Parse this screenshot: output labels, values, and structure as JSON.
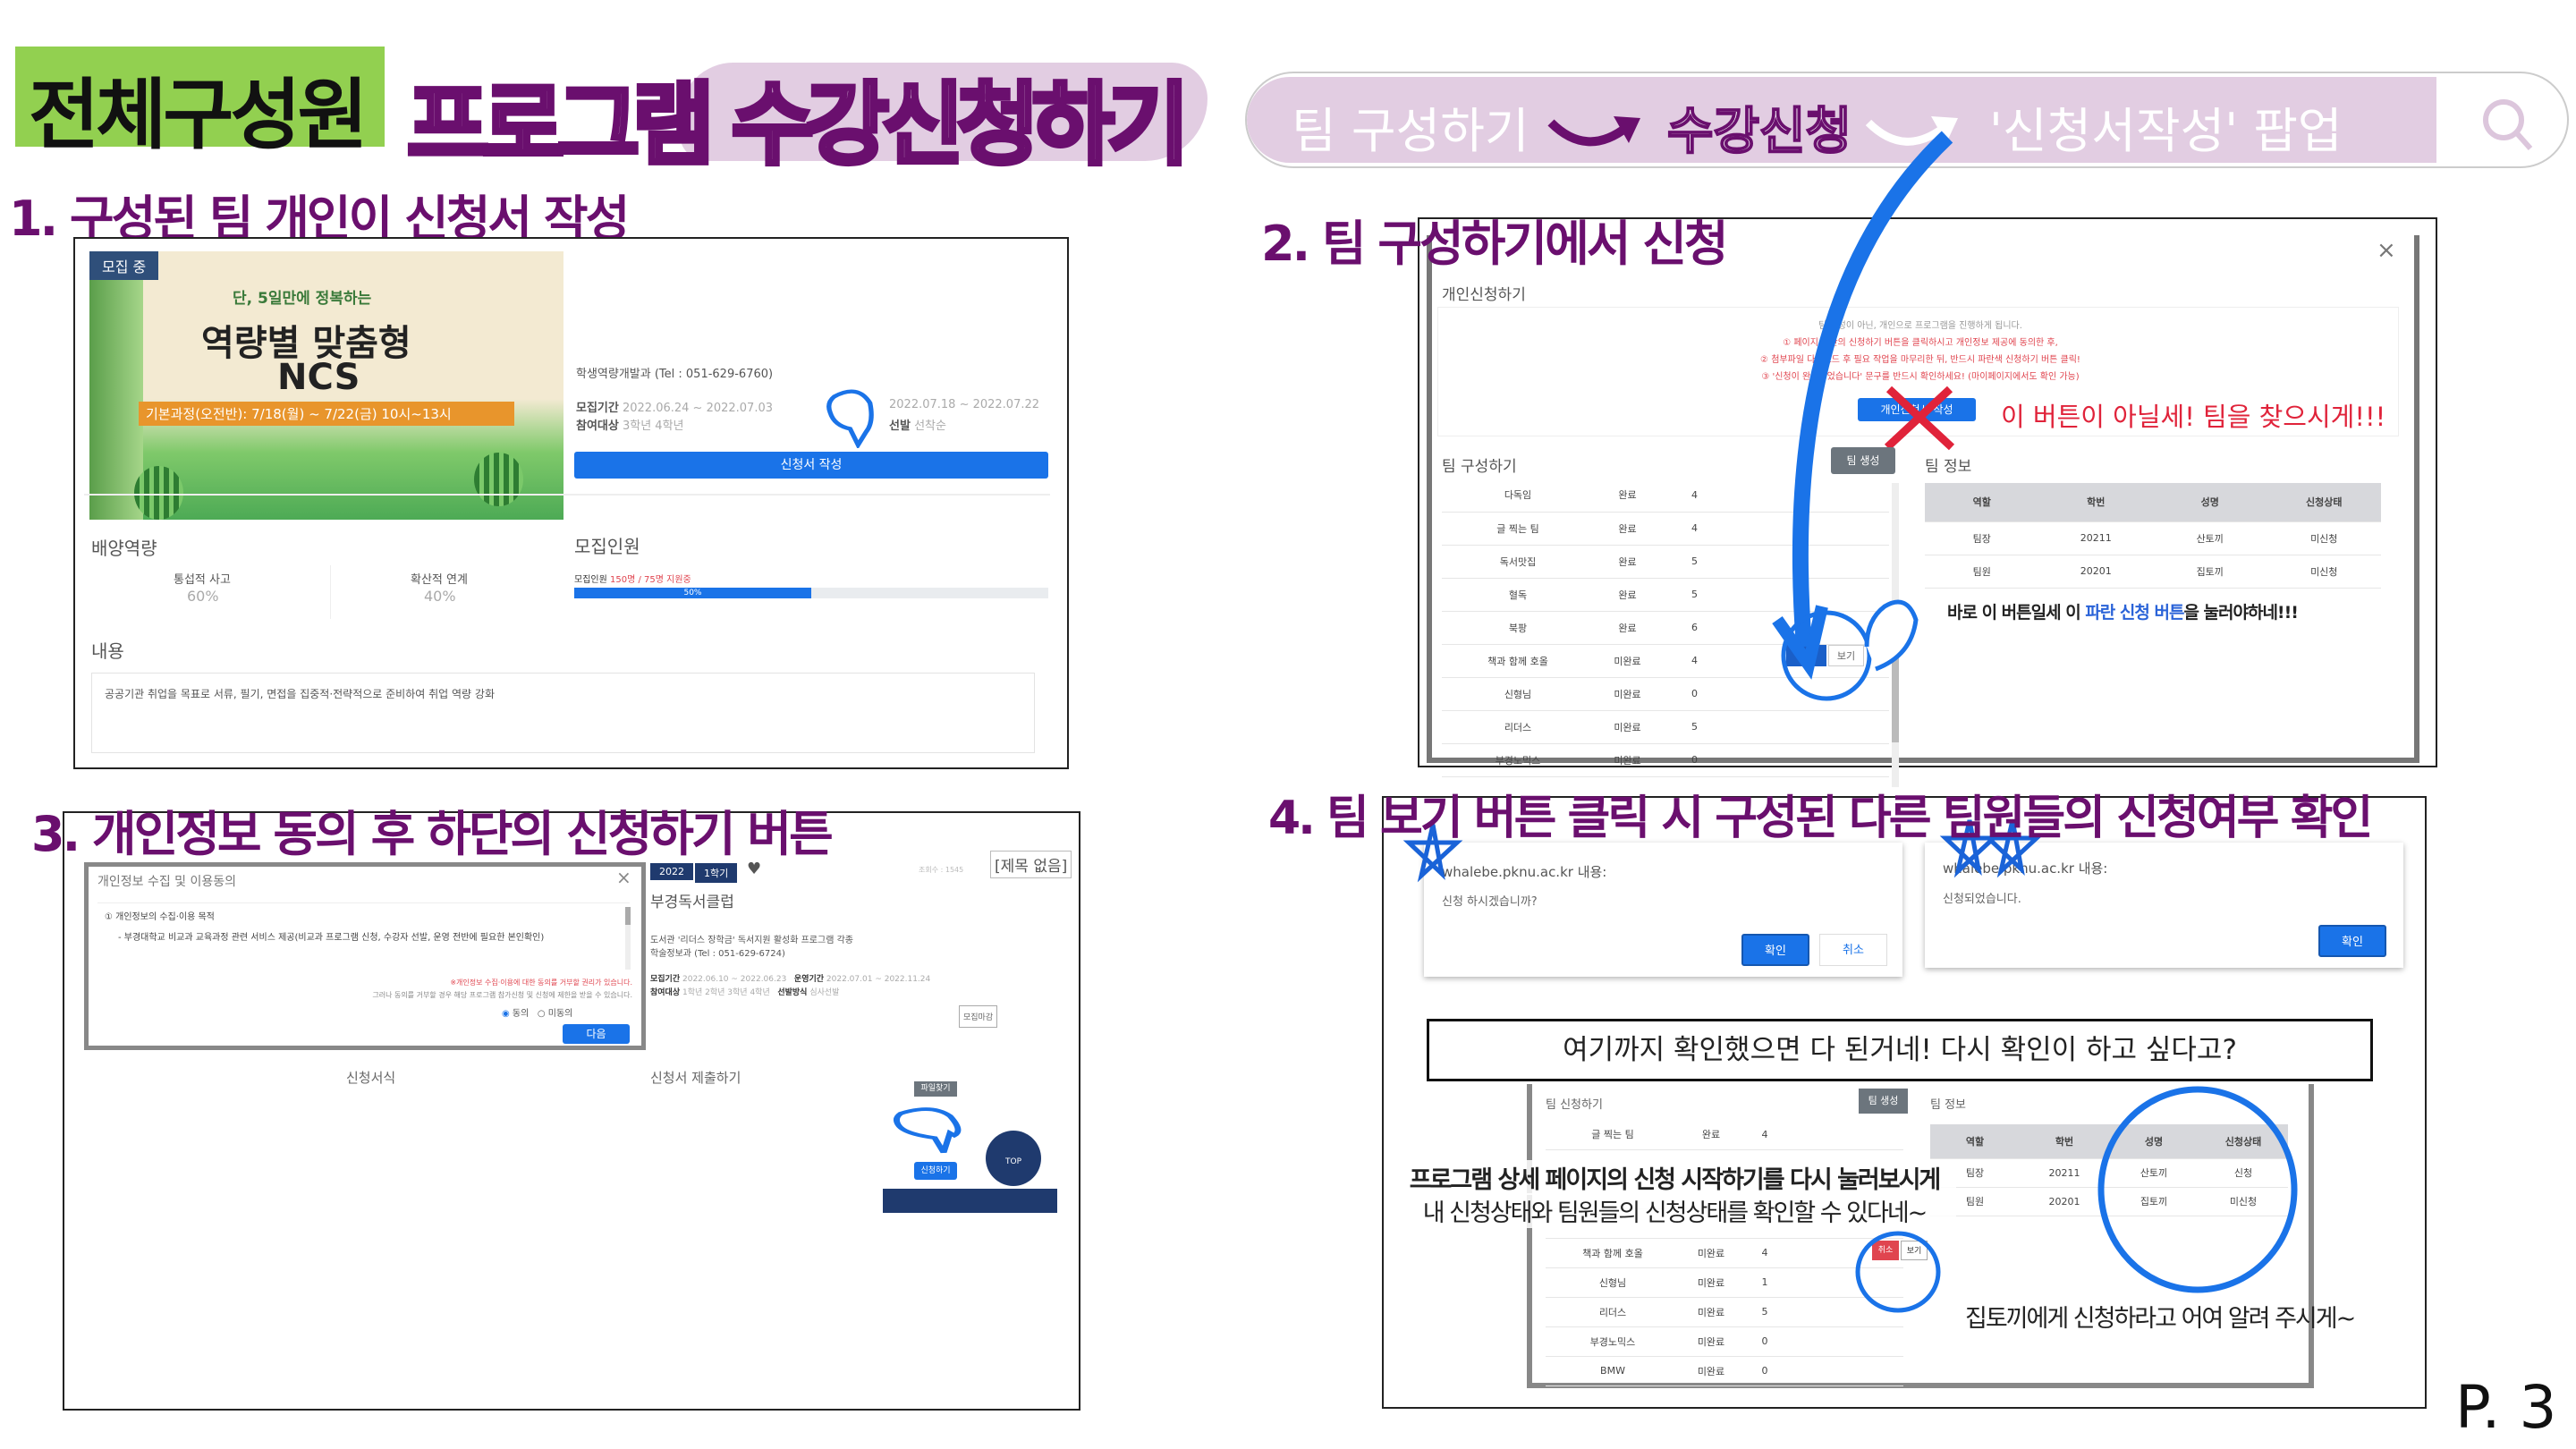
{
  "header": {
    "tag": "전체구성원",
    "title": "프로그램 수강신청하기",
    "steps": [
      "팀 구성하기",
      "수강신청",
      "'신청서작성' 팝업"
    ],
    "search_icon": "search-icon"
  },
  "section1": {
    "heading": "1. 구성된 팀 개인이 신청서 작성",
    "banner": {
      "badge": "모집 중",
      "sub": "단, 5일만에 정복하는",
      "title1": "역량별 맞춤형",
      "title2": "NCS",
      "strip": "기본과정(오전반): 7/18(월) ~ 7/22(금) 10시~13시"
    },
    "contact": "학생역량개발과 (Tel : 051-629-6760)",
    "period_label": "모집기간",
    "period": "2022.06.24 ~ 2022.07.03",
    "run_period": "2022.07.18 ~ 2022.07.22",
    "target_label": "참여대상",
    "target": "3학년 4학년",
    "select_label": "선발",
    "select": "선착순",
    "apply_button": "신청서 작성",
    "competency_label": "배양역량",
    "comp1": "통섭적 사고",
    "comp1_val": "60%",
    "comp2": "확산적 연계",
    "comp2_val": "40%",
    "recruit_label": "모집인원",
    "recruit_text": "모집인원",
    "recruit_count": "150명 / 75명 지원중",
    "progress_pct": 50,
    "progress_label": "50%",
    "content_label": "내용",
    "content": "공공기관 취업을 목표로 서류, 필기, 면접을 집중적·전략적으로 준비하여 취업 역량 강화"
  },
  "section2": {
    "heading": "2. 팀 구성하기에서 신청",
    "dialog_title": "개인신청하기",
    "close": "×",
    "notice": [
      "팀 구성이 아닌, 개인으로 프로그램을 진행하게 됩니다.",
      "① 페이지 하단의 신청하기 버튼을 클릭하시고 개인정보 제공에 동의한 후,",
      "② 첨부파일 다운로드 후 필요 작업을 마무리한 뒤, 반드시 파란색 신청하기 버튼 클릭!",
      "③ '신청이 완료되었습니다' 문구를 반드시 확인하세요! (마이페이지에서도 확인 가능)"
    ],
    "personal_button": "개인신청서 작성",
    "wrong_note": "이 버튼이 아닐세! 팀을 찾으시게!!!",
    "team_label": "팀 구성하기",
    "create_team": "팀 생성",
    "info_label": "팀 정보",
    "teams": [
      [
        "다독임",
        "완료",
        "4"
      ],
      [
        "글 찍는 팀",
        "완료",
        "4"
      ],
      [
        "독서맛집",
        "완료",
        "5"
      ],
      [
        "혈독",
        "완료",
        "5"
      ],
      [
        "북팡",
        "완료",
        "6"
      ],
      [
        "책과 함께 호올",
        "미완료",
        "4"
      ],
      [
        "신형님",
        "미완료",
        "0"
      ],
      [
        "리더스",
        "미완료",
        "5"
      ],
      [
        "부경노믹스",
        "미완료",
        "0"
      ]
    ],
    "apply_btn": "신청",
    "view_btn": "보기",
    "info_headers": [
      "역할",
      "학번",
      "성명",
      "신청상태"
    ],
    "info_rows": [
      [
        "팀장",
        "20211",
        "산토끼",
        "미신청"
      ],
      [
        "팀원",
        "20201",
        "집토끼",
        "미신청"
      ]
    ],
    "hint_pre": "바로 이 버튼일세 이 ",
    "hint_blue": "파란 신청 버튼",
    "hint_post": "을 눌러야하네!!!"
  },
  "section3": {
    "heading": "3. 개인정보 동의 후 하단의 신청하기 버튼",
    "modal_title": "개인정보 수집 및 이용동의",
    "close": "×",
    "purpose": "① 개인정보의 수집·이용 목적",
    "purpose_body": "- 부경대학교 비교과 교육과정 관련 서비스 제공(비교과 프로그램 신청, 수강자 선발, 운영 전반에 필요한 본인확인)",
    "warn": "※개인정보 수집·이용에 대한 동의를 거부할 권리가 있습니다.",
    "warn2": "그러나 동의를 거부할 경우 해당 프로그램 참가신청 및 신청에 제한을 받을 수 있습니다.",
    "agree": "동의",
    "disagree": "미동의",
    "next": "다음",
    "untitled": "[제목 없음]",
    "year": "2022",
    "semester": "1학기",
    "views": "조회수 : 1545",
    "program": "부경독서클럽",
    "desc": "도서관 '리더스 장학금' 독서지원 활성화 프로그램 각종",
    "contact": "학술정보과 (Tel : 051-629-6724)",
    "period_label": "모집기간",
    "period": "2022.06.10 ~ 2022.06.23",
    "run_label": "운영기간",
    "run": "2022.07.01 ~ 2022.11.24",
    "target_label": "참여대상",
    "target": "1학년 2학년 3학년 4학년",
    "select_label": "선발방식",
    "select": "심사선발",
    "closed": "모집마감",
    "form_label": "신청서식",
    "submit_label": "신청서 제출하기",
    "file_btn": "파일찾기",
    "apply_btn": "신청하기",
    "top": "TOP"
  },
  "section4": {
    "heading": "4. 팀 보기 버튼 클릭 시 구성된 다른 팀원들의 신청여부 확인",
    "alert1": {
      "origin": "whalebe.pknu.ac.kr 내용:",
      "msg": "신청 하시겠습니까?",
      "ok": "확인",
      "cancel": "취소"
    },
    "alert2": {
      "origin": "whalebe.pknu.ac.kr 내용:",
      "msg": "신청되었습니다.",
      "ok": "확인"
    },
    "callout": "여기까지 확인했으면 다 된거네! 다시 확인이 하고 싶다고?",
    "team_label": "팀 신청하기",
    "create_team": "팀 생성",
    "info_label": "팀 정보",
    "teams": [
      [
        "글 찍는 팀",
        "완료",
        "4"
      ],
      [
        "",
        "",
        ""
      ],
      [
        "",
        "",
        ""
      ],
      [
        "",
        "",
        ""
      ],
      [
        "책과 함께 호올",
        "미완료",
        "4"
      ],
      [
        "신형님",
        "미완료",
        "1"
      ],
      [
        "리더스",
        "미완료",
        "5"
      ],
      [
        "부경노믹스",
        "미완료",
        "0"
      ],
      [
        "BMW",
        "미완료",
        "0"
      ]
    ],
    "cancel_btn": "취소",
    "view_btn": "보기",
    "info_headers": [
      "역할",
      "학번",
      "성명",
      "신청상태"
    ],
    "info_rows": [
      [
        "팀장",
        "20211",
        "산토끼",
        "신청"
      ],
      [
        "팀원",
        "20201",
        "집토끼",
        "미신청"
      ]
    ],
    "note1": "프로그램 상세 페이지의 신청 시작하기를 다시 눌러보시게",
    "note2": "내 신청상태와 팀원들의 신청상태를 확인할 수 있다네~",
    "note3": "집토끼에게 신청하라고 어여 알려 주시게~"
  },
  "page_number": "P. 3",
  "colors": {
    "purple": "#6a0f6e",
    "lavender": "#e2cde2",
    "green": "#92d050",
    "blue": "#1a73e8",
    "navy": "#1f3a6e",
    "red": "#e0454f"
  }
}
